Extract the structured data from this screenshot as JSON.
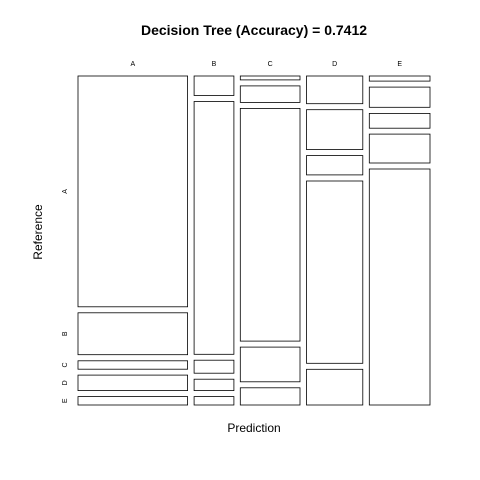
{
  "chart_data": {
    "type": "mosaic",
    "title": "Decision Tree (Accuracy) = 0.7412",
    "xlabel": "Prediction",
    "ylabel": "Reference",
    "prediction_levels": [
      "A",
      "B",
      "C",
      "D",
      "E"
    ],
    "reference_levels": [
      "A",
      "B",
      "C",
      "D",
      "E"
    ],
    "prediction_share": [
      0.325,
      0.118,
      0.177,
      0.167,
      0.18
    ],
    "conditional_reference_share": [
      {
        "prediction": "A",
        "shares": [
          0.716,
          0.13,
          0.026,
          0.048,
          0.026
        ]
      },
      {
        "prediction": "B",
        "shares": [
          0.06,
          0.779,
          0.04,
          0.035,
          0.026
        ]
      },
      {
        "prediction": "C",
        "shares": [
          0.012,
          0.051,
          0.718,
          0.107,
          0.053
        ]
      },
      {
        "prediction": "D",
        "shares": [
          0.086,
          0.124,
          0.06,
          0.566,
          0.111
        ]
      },
      {
        "prediction": "E",
        "shares": [
          0.016,
          0.063,
          0.046,
          0.09,
          0.735
        ]
      }
    ]
  }
}
